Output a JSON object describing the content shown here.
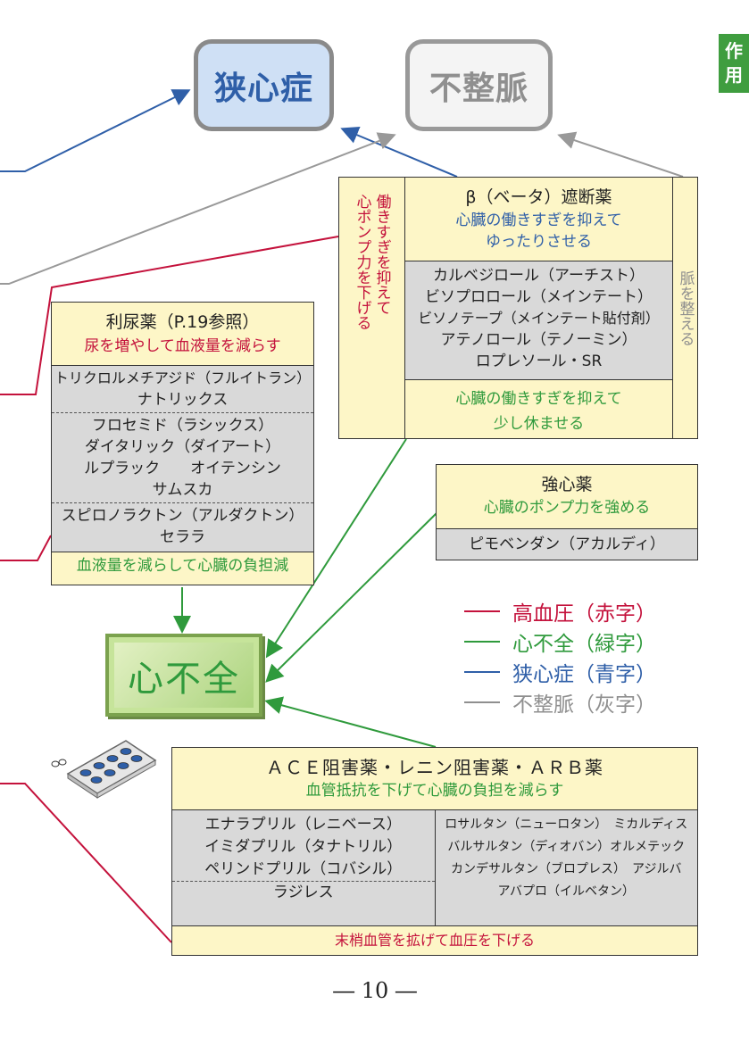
{
  "tab": {
    "chars": [
      "作",
      "用"
    ]
  },
  "targets": {
    "angina": "狭心症",
    "arrhythmia": "不整脈",
    "heart_failure": "心不全"
  },
  "beta": {
    "left_text": "心ポンプ力を下げる",
    "left_text2": "働きすぎを抑えて",
    "right_text": "脈を整える",
    "title": "β（ベータ）遮断薬",
    "sub": [
      "心臓の働きすぎを抑えて",
      "ゆったりさせる"
    ],
    "drugs": [
      "カルベジロール（アーチスト）",
      "ビソプロロール（メインテート）",
      "ビソノテープ（メインテート貼付剤）",
      "アテノロール（テノーミン）",
      "ロプレソール・SR"
    ],
    "foot": [
      "心臓の働きすぎを抑えて",
      "少し休ませる"
    ]
  },
  "diuretic": {
    "title": "利尿薬（P.19参照）",
    "sub": "尿を増やして血液量を減らす",
    "group1": [
      "トリクロルメチアジド（フルイトラン）",
      "ナトリックス"
    ],
    "group2": [
      "フロセミド（ラシックス）",
      "ダイタリック（ダイアート）",
      "ルプラック　　オイテンシン",
      "サムスカ"
    ],
    "group3": [
      "スピロノラクトン（アルダクトン）",
      "セララ"
    ],
    "foot": "血液量を減らして心臓の負担減"
  },
  "inotrope": {
    "title": "強心薬",
    "sub": "心臓のポンプ力を強める",
    "drug": "ピモベンダン（アカルディ）"
  },
  "legend": [
    {
      "label": "高血圧（赤字）",
      "color": "#c4123c"
    },
    {
      "label": "心不全（緑字）",
      "color": "#2f9a3c"
    },
    {
      "label": "狭心症（青字）",
      "color": "#2f5fa8"
    },
    {
      "label": "不整脈（灰字）",
      "color": "#8f8f8f"
    }
  ],
  "ace": {
    "title": "ＡＣＥ阻害薬・レニン阻害薬・ＡＲＢ薬",
    "sub": "血管抵抗を下げて心臓の負担を減らす",
    "left": [
      "エナラプリル（レニベース）",
      "イミダプリル（タナトリル）",
      "ペリンドプリル（コバシル）"
    ],
    "left_extra": "ラジレス",
    "right": [
      "ロサルタン（ニューロタン）　ミカルディス",
      "バルサルタン（ディオバン）オルメテック",
      "カンデサルタン（ブロプレス）　アジルバ",
      "アバプロ（イルベタン）"
    ],
    "foot": "末梢血管を拡げて血圧を下げる"
  },
  "page_number": "― 10 ―"
}
